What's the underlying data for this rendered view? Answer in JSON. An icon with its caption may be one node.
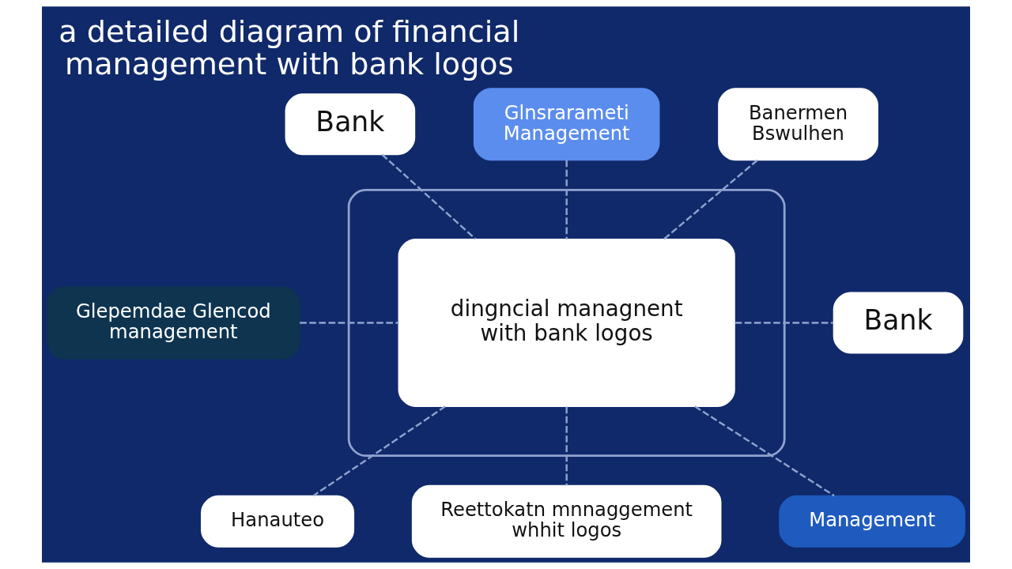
{
  "diagram": {
    "title": "a detailed diagram of financial management with bank logos",
    "nodes": [
      {
        "text": [
          "Glnsrarameti Management"
        ]
      },
      {
        "text": [
          "Bank"
        ]
      },
      {
        "text": [
          "Banermen",
          "Bswulhen"
        ]
      },
      {
        "text": [],
        "shape": "box"
      },
      {
        "text": [
          "dingncial managnent with bank logos"
        ],
        "in": 3
      },
      {
        "text": [
          "Glepemdae Glencod management"
        ]
      },
      {
        "text": [
          "Bank"
        ]
      },
      {
        "text": [
          "Hanauteo"
        ]
      },
      {
        "text": [
          "Management"
        ]
      },
      {
        "text": [
          "Reettokatn mnnaggement",
          "whhit logos"
        ]
      }
    ],
    "edges": [
      {
        "from": 0,
        "to": 4,
        "arrow": "none",
        "style": "dashed"
      },
      {
        "from": 1,
        "to": 4,
        "arrow": "none",
        "style": "dashed"
      },
      {
        "from": 2,
        "to": 4,
        "arrow": "none",
        "style": "dashed"
      },
      {
        "from": 5,
        "to": 4,
        "arrow": "none",
        "style": "dashed"
      },
      {
        "from": 4,
        "to": 6,
        "arrow": "none",
        "style": "dashed"
      },
      {
        "from": 4,
        "to": 7,
        "arrow": "none",
        "style": "dashed"
      },
      {
        "from": 4,
        "to": 8,
        "arrow": "none",
        "style": "dashed"
      },
      {
        "from": 4,
        "to": 9,
        "arrow": "none",
        "style": "dashed"
      }
    ]
  }
}
